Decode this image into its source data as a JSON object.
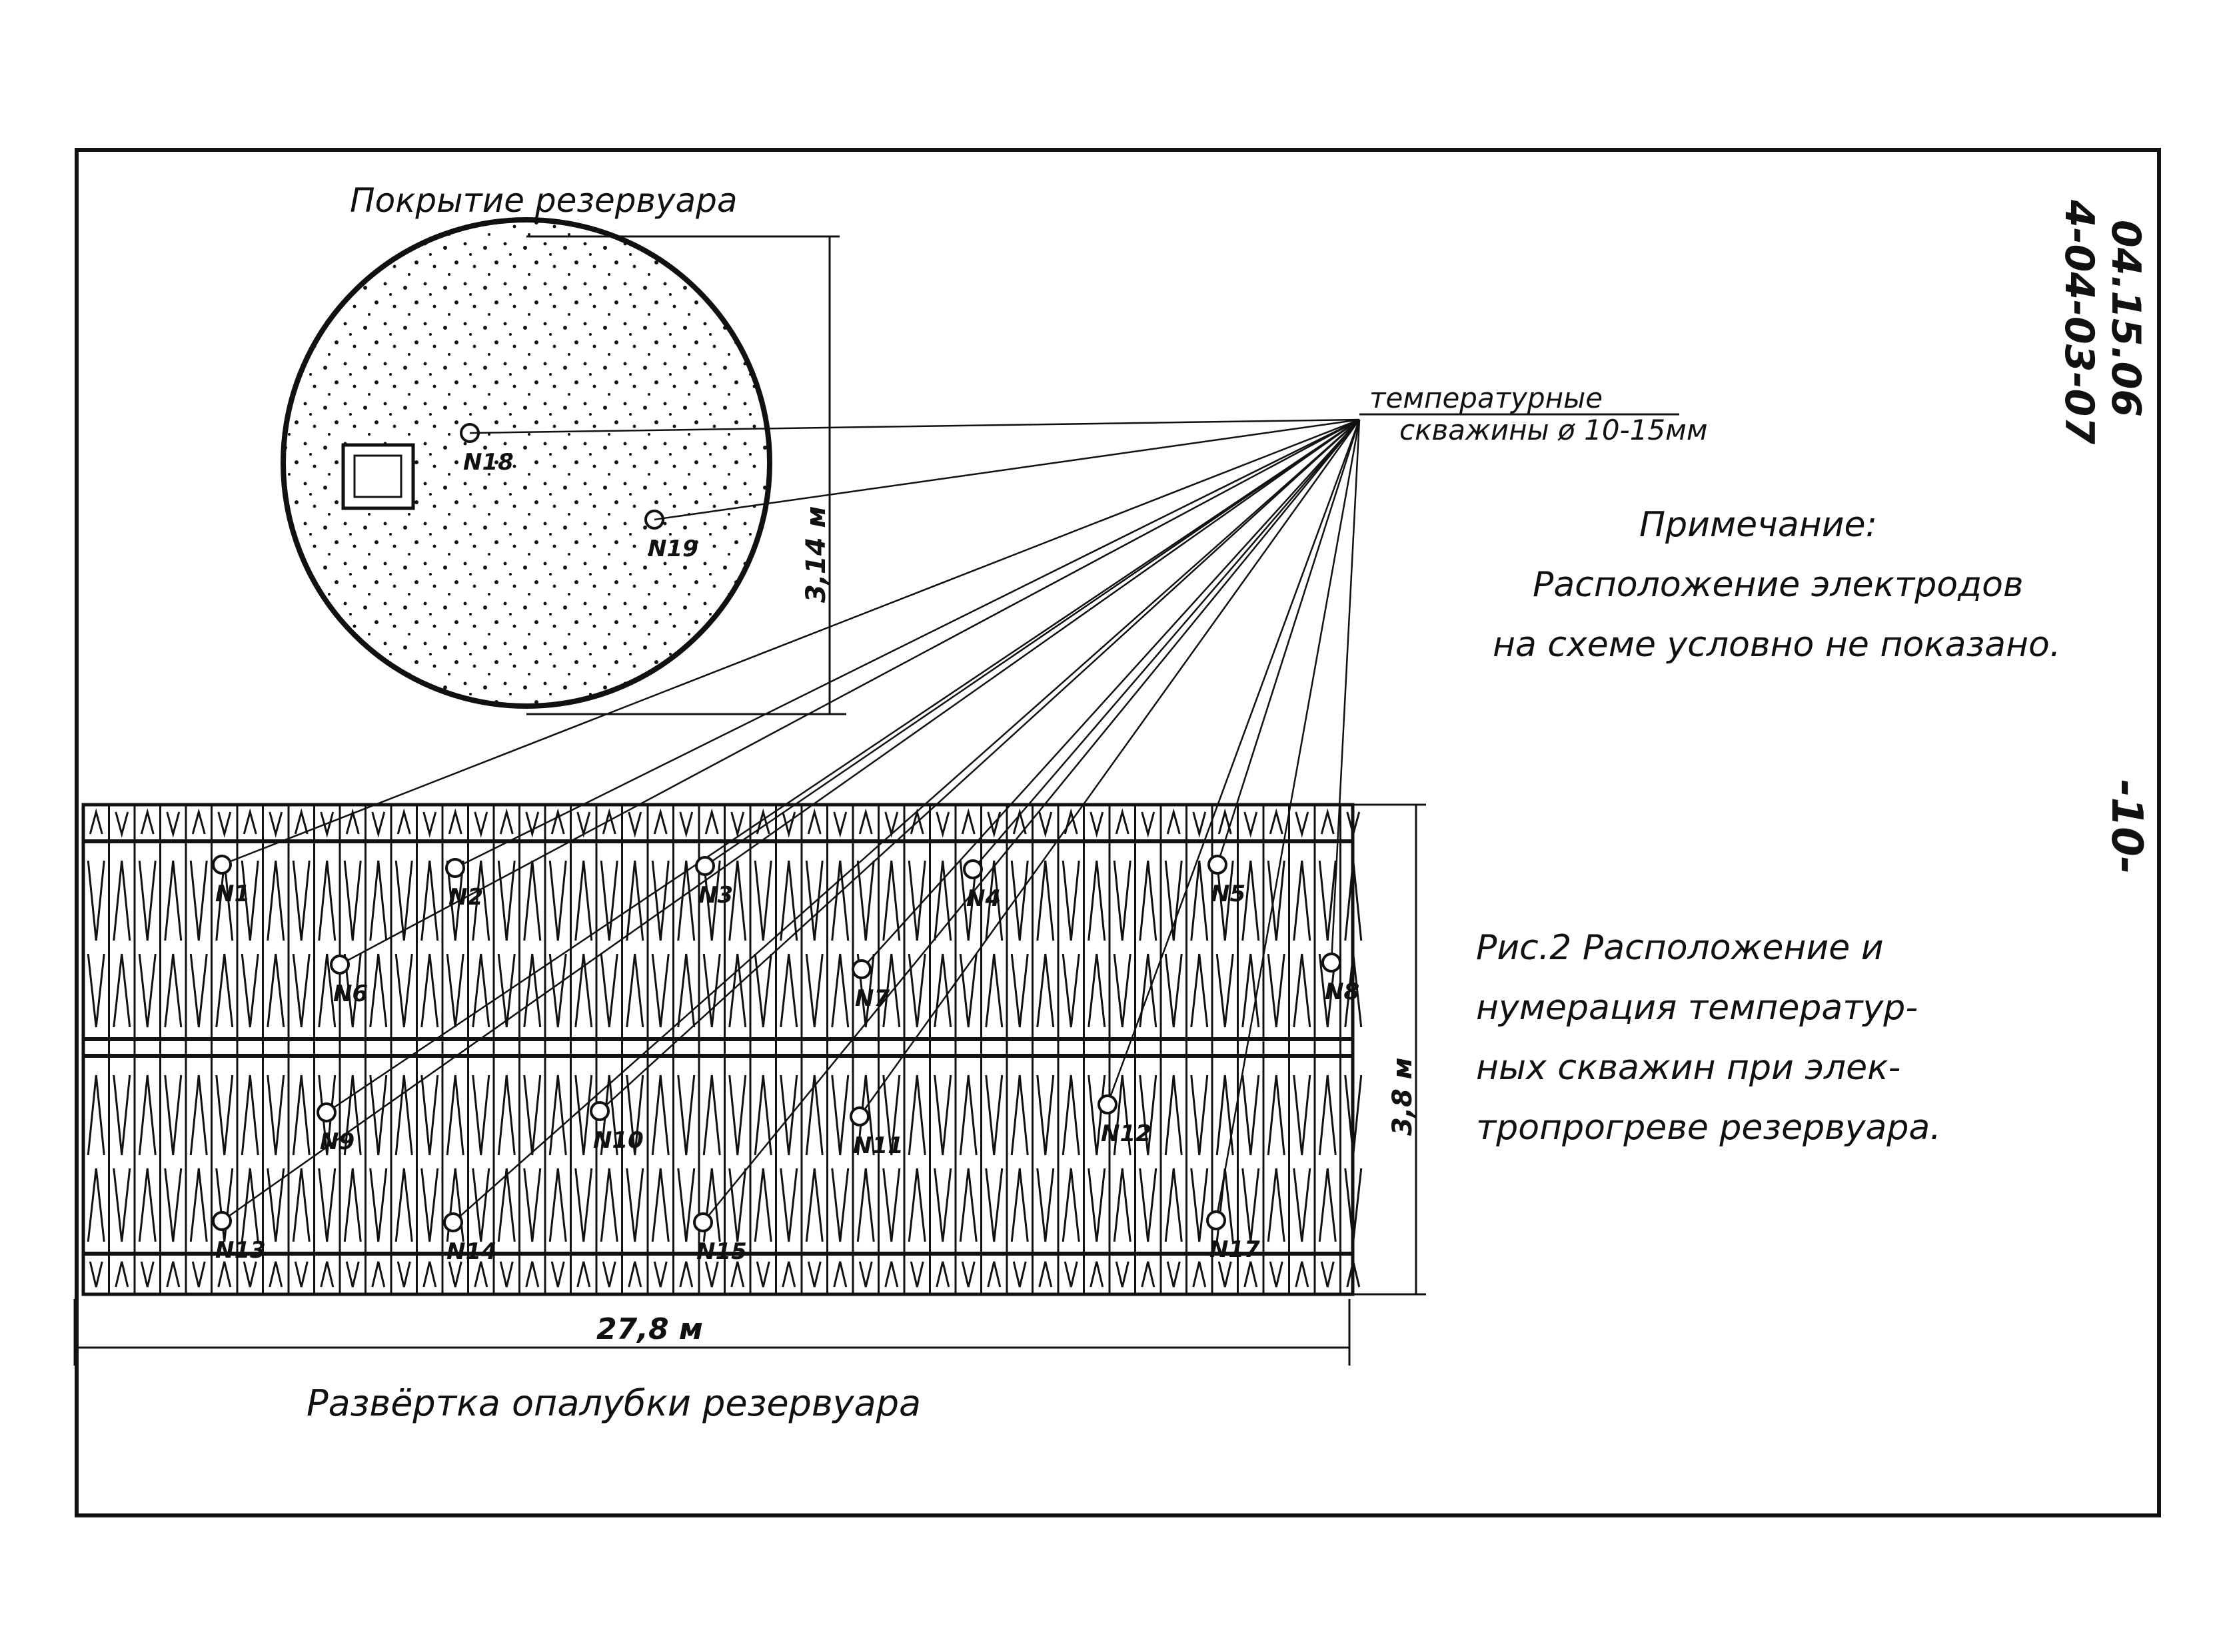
{
  "doc_code_line1": "04.15.06",
  "doc_code_line2": "4-04-03-07",
  "page_number": "-10-",
  "roof": {
    "title": "Покрытие резервуара",
    "height_dim": "3,14 м",
    "wells": [
      {
        "label": "N18"
      },
      {
        "label": "N19"
      }
    ]
  },
  "wells_callout": {
    "line1": "температурные",
    "line2": "скважины ø 10-15мм"
  },
  "note": {
    "title": "Примечание:",
    "line1": "Расположение электродов",
    "line2": "на схеме условно не показано."
  },
  "caption": {
    "line1": "Рис.2 Расположение и",
    "line2": "нумерация температур-",
    "line3": "ных скважин при элек-",
    "line4": "тропрогреве резервуара."
  },
  "development": {
    "title": "Развёртка опалубки резервуара",
    "width_dim": "27,8 м",
    "height_dim": "3,8 м",
    "wells": [
      {
        "label": "N1"
      },
      {
        "label": "N2"
      },
      {
        "label": "N3"
      },
      {
        "label": "N4"
      },
      {
        "label": "N5"
      },
      {
        "label": "N6"
      },
      {
        "label": "N7"
      },
      {
        "label": "N8"
      },
      {
        "label": "N9"
      },
      {
        "label": "N10"
      },
      {
        "label": "N11"
      },
      {
        "label": "N12"
      },
      {
        "label": "N13"
      },
      {
        "label": "N14"
      },
      {
        "label": "N15"
      },
      {
        "label": "N17"
      }
    ]
  }
}
